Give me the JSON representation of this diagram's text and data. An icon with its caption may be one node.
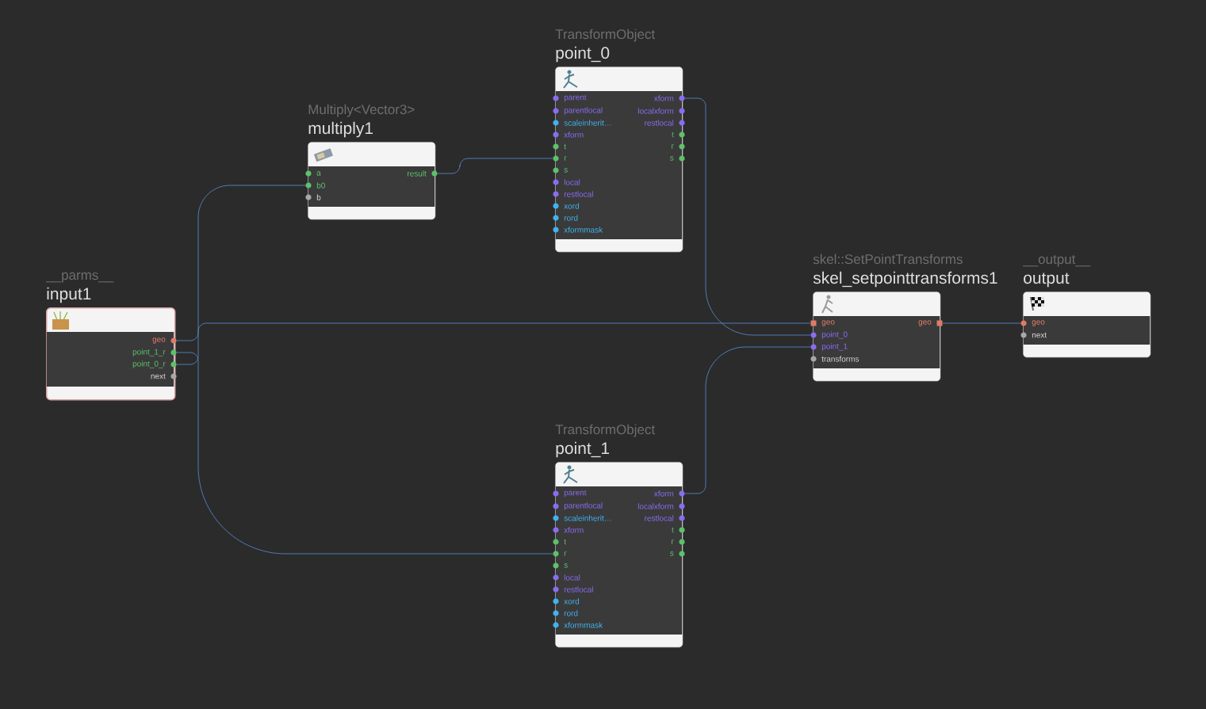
{
  "diagram": {
    "nodes": [
      {
        "text": [
          "__parms__",
          "input1"
        ]
      },
      {
        "text": [
          "geo"
        ],
        "in": 0
      },
      {
        "text": [
          "point_1_r"
        ],
        "in": 0
      },
      {
        "text": [
          "point_0_r"
        ],
        "in": 0
      },
      {
        "text": [
          "next"
        ],
        "in": 0
      },
      {
        "text": [
          "Multiply<Vector3>",
          "multiply1"
        ]
      },
      {
        "text": [
          "a"
        ],
        "in": 5
      },
      {
        "text": [
          "result"
        ],
        "in": 5
      },
      {
        "text": [
          "b0"
        ],
        "in": 5
      },
      {
        "text": [
          "b"
        ],
        "in": 5
      },
      {
        "text": [
          "TransformObject",
          "point_0"
        ]
      },
      {
        "text": [
          "parent"
        ],
        "in": 10
      },
      {
        "text": [
          "xform"
        ],
        "in": 10
      },
      {
        "text": [
          "parentlocal"
        ],
        "in": 10
      },
      {
        "text": [
          "localxform"
        ],
        "in": 10
      },
      {
        "text": [
          "scaleinherit…"
        ],
        "in": 10
      },
      {
        "text": [
          "restlocal"
        ],
        "in": 10
      },
      {
        "text": [
          "xform"
        ],
        "in": 10
      },
      {
        "text": [
          "t"
        ],
        "in": 10
      },
      {
        "text": [
          "t"
        ],
        "in": 10
      },
      {
        "text": [
          "r"
        ],
        "in": 10
      },
      {
        "text": [
          "r"
        ],
        "in": 10
      },
      {
        "text": [
          "s"
        ],
        "in": 10
      },
      {
        "text": [
          "s"
        ],
        "in": 10
      },
      {
        "text": [
          "local"
        ],
        "in": 10
      },
      {
        "text": [
          "restlocal"
        ],
        "in": 10
      },
      {
        "text": [
          "xord"
        ],
        "in": 10
      },
      {
        "text": [
          "rord"
        ],
        "in": 10
      },
      {
        "text": [
          "xformmask"
        ],
        "in": 10
      },
      {
        "text": [
          "TransformObject",
          "point_1"
        ]
      },
      {
        "text": [
          "parent"
        ],
        "in": 29
      },
      {
        "text": [
          "xform"
        ],
        "in": 29
      },
      {
        "text": [
          "parentlocal"
        ],
        "in": 29
      },
      {
        "text": [
          "localxform"
        ],
        "in": 29
      },
      {
        "text": [
          "scaleinherit…"
        ],
        "in": 29
      },
      {
        "text": [
          "restlocal"
        ],
        "in": 29
      },
      {
        "text": [
          "xform"
        ],
        "in": 29
      },
      {
        "text": [
          "t"
        ],
        "in": 29
      },
      {
        "text": [
          "t"
        ],
        "in": 29
      },
      {
        "text": [
          "r"
        ],
        "in": 29
      },
      {
        "text": [
          "r"
        ],
        "in": 29
      },
      {
        "text": [
          "s"
        ],
        "in": 29
      },
      {
        "text": [
          "s"
        ],
        "in": 29
      },
      {
        "text": [
          "local"
        ],
        "in": 29
      },
      {
        "text": [
          "restlocal"
        ],
        "in": 29
      },
      {
        "text": [
          "xord"
        ],
        "in": 29
      },
      {
        "text": [
          "rord"
        ],
        "in": 29
      },
      {
        "text": [
          "xformmask"
        ],
        "in": 29
      },
      {
        "text": [
          "skel::SetPointTransforms",
          "skel_setpointtransforms1"
        ]
      },
      {
        "text": [
          "geo"
        ],
        "in": 48
      },
      {
        "text": [
          "geo"
        ],
        "in": 48
      },
      {
        "text": [
          "point_0"
        ],
        "in": 48
      },
      {
        "text": [
          "point_1"
        ],
        "in": 48
      },
      {
        "text": [
          "transforms"
        ],
        "in": 48
      },
      {
        "text": [
          "__output__",
          "output"
        ]
      },
      {
        "text": [
          "geo"
        ],
        "in": 54
      },
      {
        "text": [
          "next"
        ],
        "in": 54
      }
    ],
    "edges": [
      {
        "from": 1,
        "to": 49,
        "arrow": "none"
      },
      {
        "from": 3,
        "to": 8,
        "arrow": "none"
      },
      {
        "from": 2,
        "to": 40,
        "arrow": "none"
      },
      {
        "from": 7,
        "to": 21,
        "arrow": "none"
      },
      {
        "from": 12,
        "to": 51,
        "arrow": "none"
      },
      {
        "from": 31,
        "to": 52,
        "arrow": "none"
      },
      {
        "from": 50,
        "to": 55,
        "arrow": "none"
      }
    ]
  }
}
